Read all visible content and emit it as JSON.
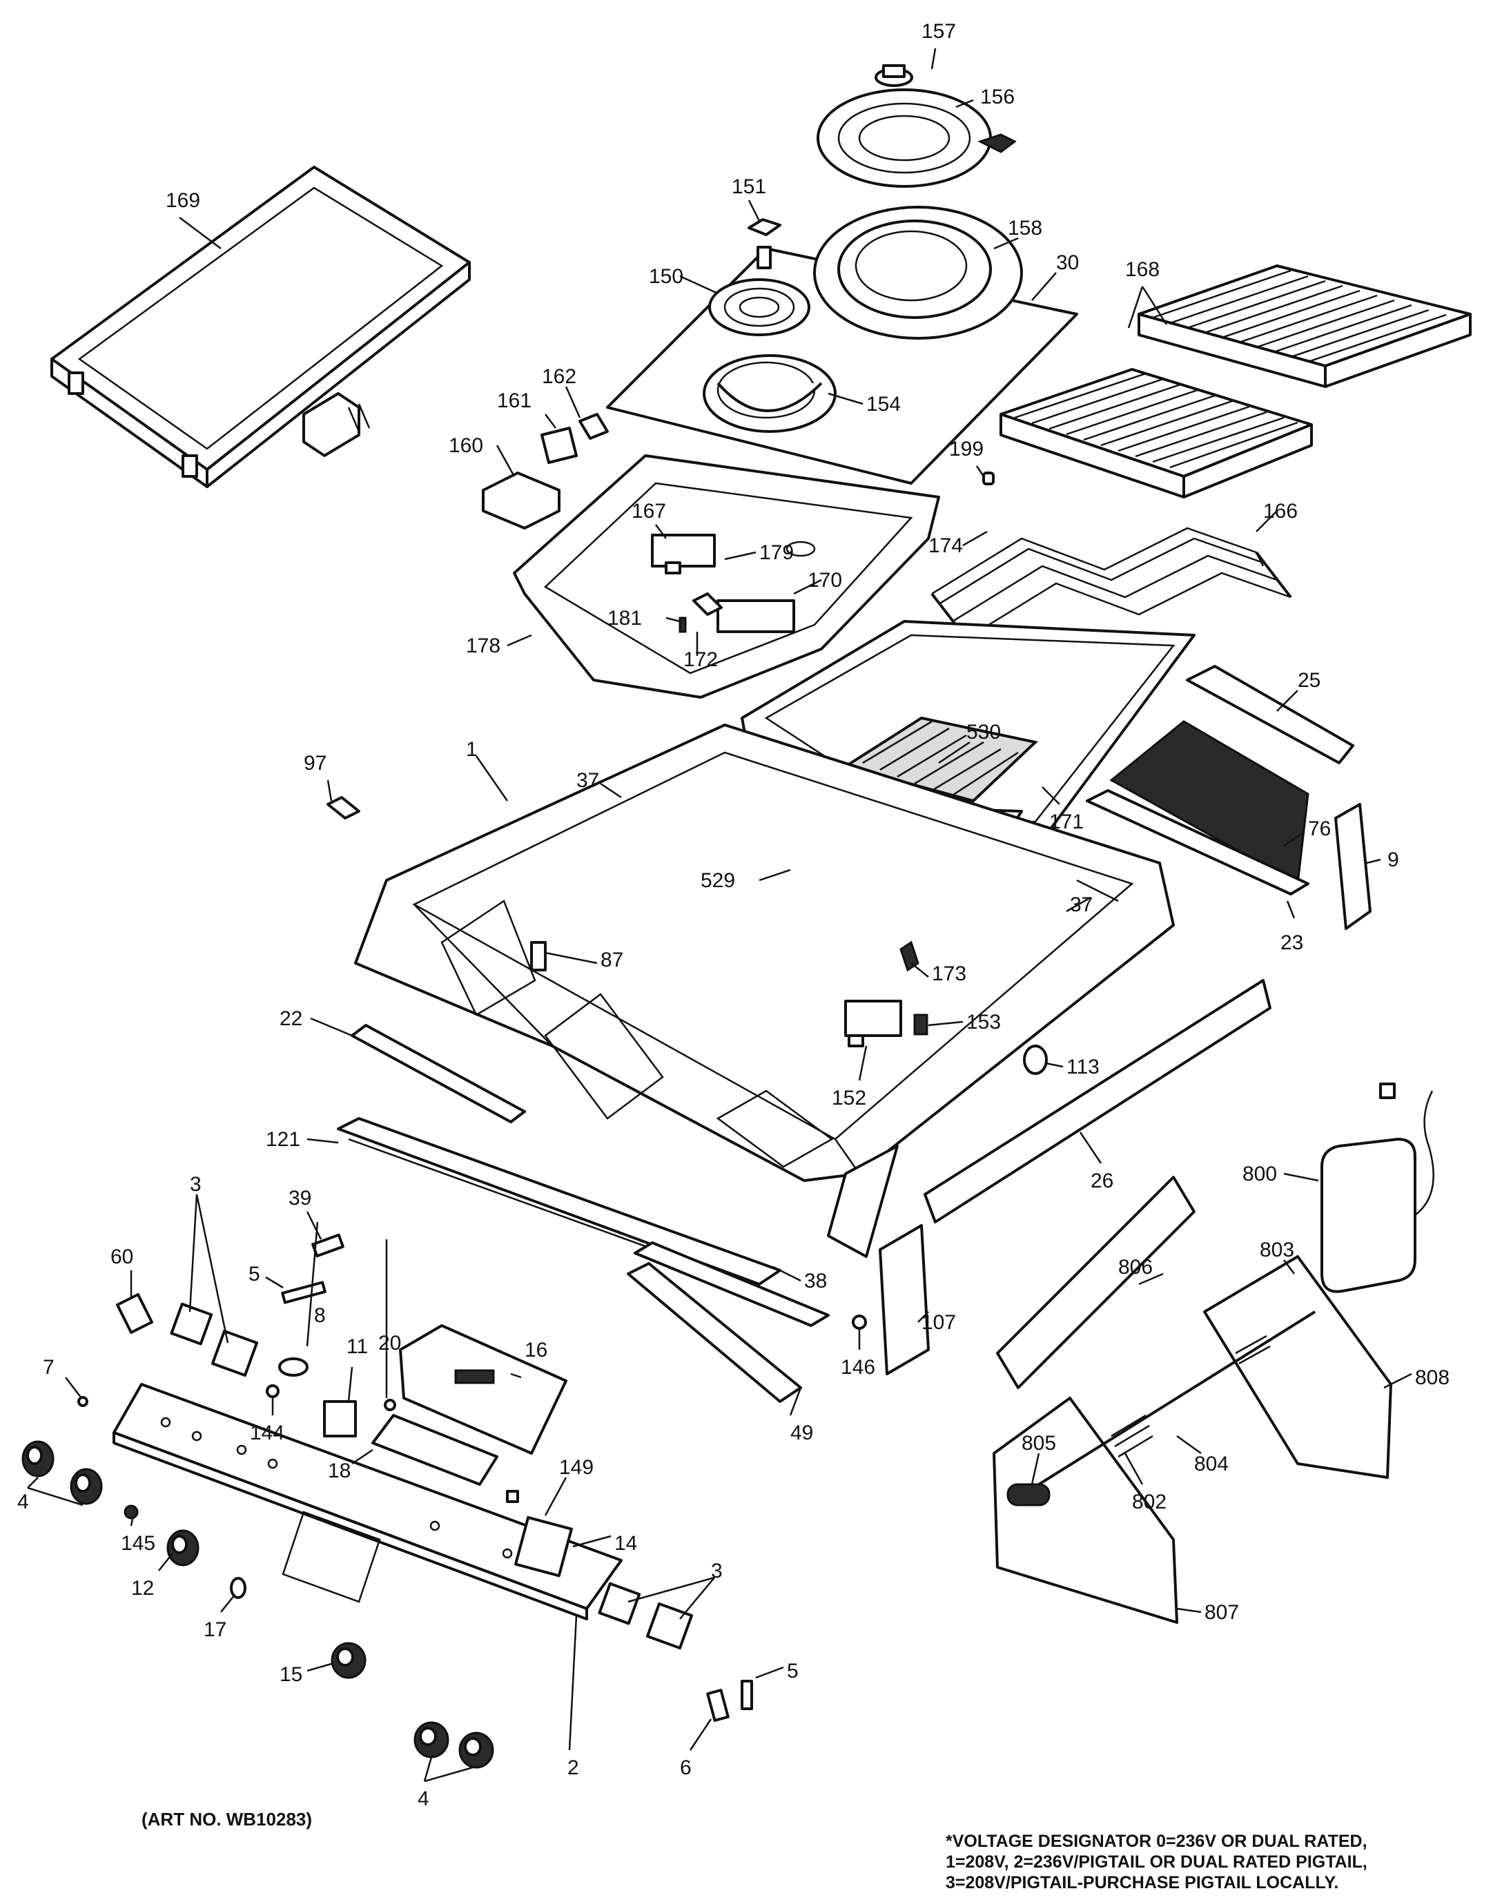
{
  "diagram": {
    "callouts": {
      "c157": "157",
      "c156": "156",
      "c151": "151",
      "c158": "158",
      "c30": "30",
      "c150": "150",
      "c168": "168",
      "c169": "169",
      "c162": "162",
      "c161": "161",
      "c154": "154",
      "c160": "160",
      "c199": "199",
      "c167": "167",
      "c179": "179",
      "c166": "166",
      "c174": "174",
      "c170": "170",
      "c181": "181",
      "c178": "178",
      "c172": "172",
      "c25": "25",
      "c97": "97",
      "c1": "1",
      "c37a": "37",
      "c530": "530",
      "c76": "76",
      "c171": "171",
      "c9": "9",
      "c529": "529",
      "c173": "173",
      "c37b": "37",
      "c87": "87",
      "c23": "23",
      "c22": "22",
      "c153": "153",
      "c113": "113",
      "c152": "152",
      "c121": "121",
      "c26": "26",
      "c800": "800",
      "c39": "39",
      "c3a": "3",
      "c60": "60",
      "c5a": "5",
      "c38": "38",
      "c107": "107",
      "c806": "806",
      "c803": "803",
      "c8": "8",
      "c11": "11",
      "c20": "20",
      "c16": "16",
      "c146": "146",
      "c7": "7",
      "c49": "49",
      "c808": "808",
      "c144": "144",
      "c804": "804",
      "c805": "805",
      "c18": "18",
      "c4a": "4",
      "c149": "149",
      "c802": "802",
      "c145": "145",
      "c14": "14",
      "c3b": "3",
      "c12": "12",
      "c17": "17",
      "c807": "807",
      "c15": "15",
      "c5b": "5",
      "c6": "6",
      "c4b": "4",
      "c2": "2"
    }
  },
  "footer": {
    "art_number": "(ART NO. WB10283)",
    "voltage_note": {
      "line1": "*VOLTAGE DESIGNATOR 0=236V OR DUAL RATED,",
      "line2": "1=208V, 2=236V/PIGTAIL OR DUAL RATED PIGTAIL,",
      "line3": "3=208V/PIGTAIL-PURCHASE PIGTAIL LOCALLY."
    }
  }
}
